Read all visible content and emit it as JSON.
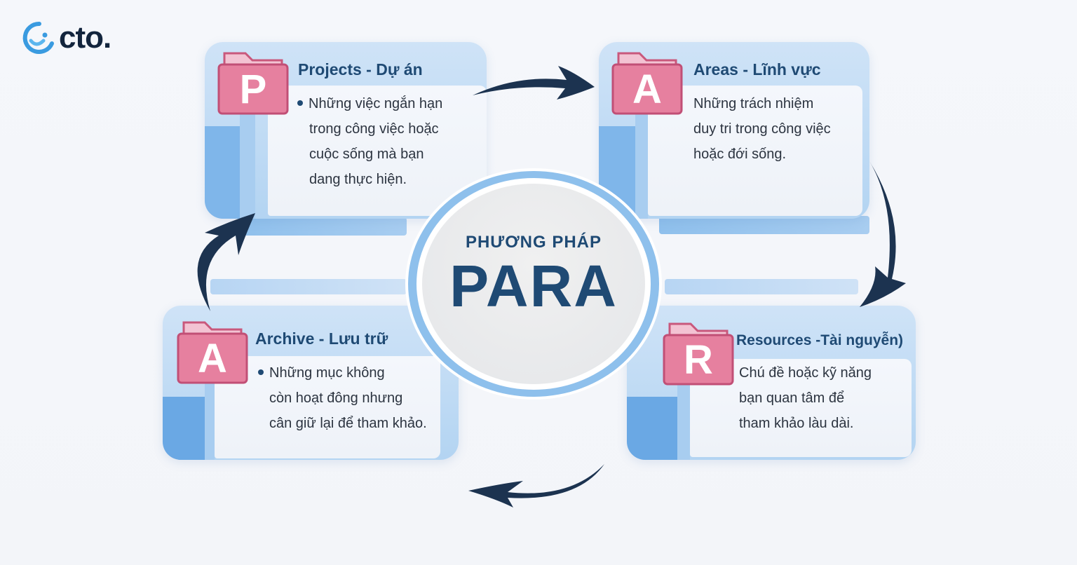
{
  "brand": {
    "logo_text": "cto.",
    "logo_mark": "octopus-swirl"
  },
  "colors": {
    "primary_dark": "#1f4a74",
    "arrow": "#1c3350",
    "folder_pink": "#e6809f",
    "card_blue": "#b3d4f2",
    "stripe_blue": "#7fb6ea"
  },
  "center": {
    "subtitle": "PHƯƠNG PHÁP",
    "title": "PARA"
  },
  "cards": [
    {
      "id": "projects",
      "letter": "P",
      "title": "Projects - Dự án",
      "bullet": true,
      "lines": [
        "Những việc ngắn hạn",
        "trong công việc hoặc",
        "cuộc sống mà bạn",
        "dang thực hiện."
      ]
    },
    {
      "id": "areas",
      "letter": "A",
      "title": "Areas - Lĩnh vực",
      "bullet": false,
      "lines": [
        "Những trách nhiệm",
        "duy tri trong công việc",
        "hoặc đới sống."
      ]
    },
    {
      "id": "archive",
      "letter": "A",
      "title": "Archive - Lưu trữ",
      "bullet": true,
      "lines": [
        "Những mục không",
        "còn hoạt đông nhưng",
        "cân giữ lại để tham khảo."
      ]
    },
    {
      "id": "resources",
      "letter": "R",
      "title": "Resources -Tài nguyễn)",
      "bullet": false,
      "lines": [
        "Chú đề hoặc kỹ năng",
        "bạn quan tâm để",
        "tham khảo làu dài."
      ]
    }
  ],
  "arrows": [
    "projects-to-areas",
    "areas-to-resources",
    "resources-to-archive",
    "archive-to-projects"
  ]
}
